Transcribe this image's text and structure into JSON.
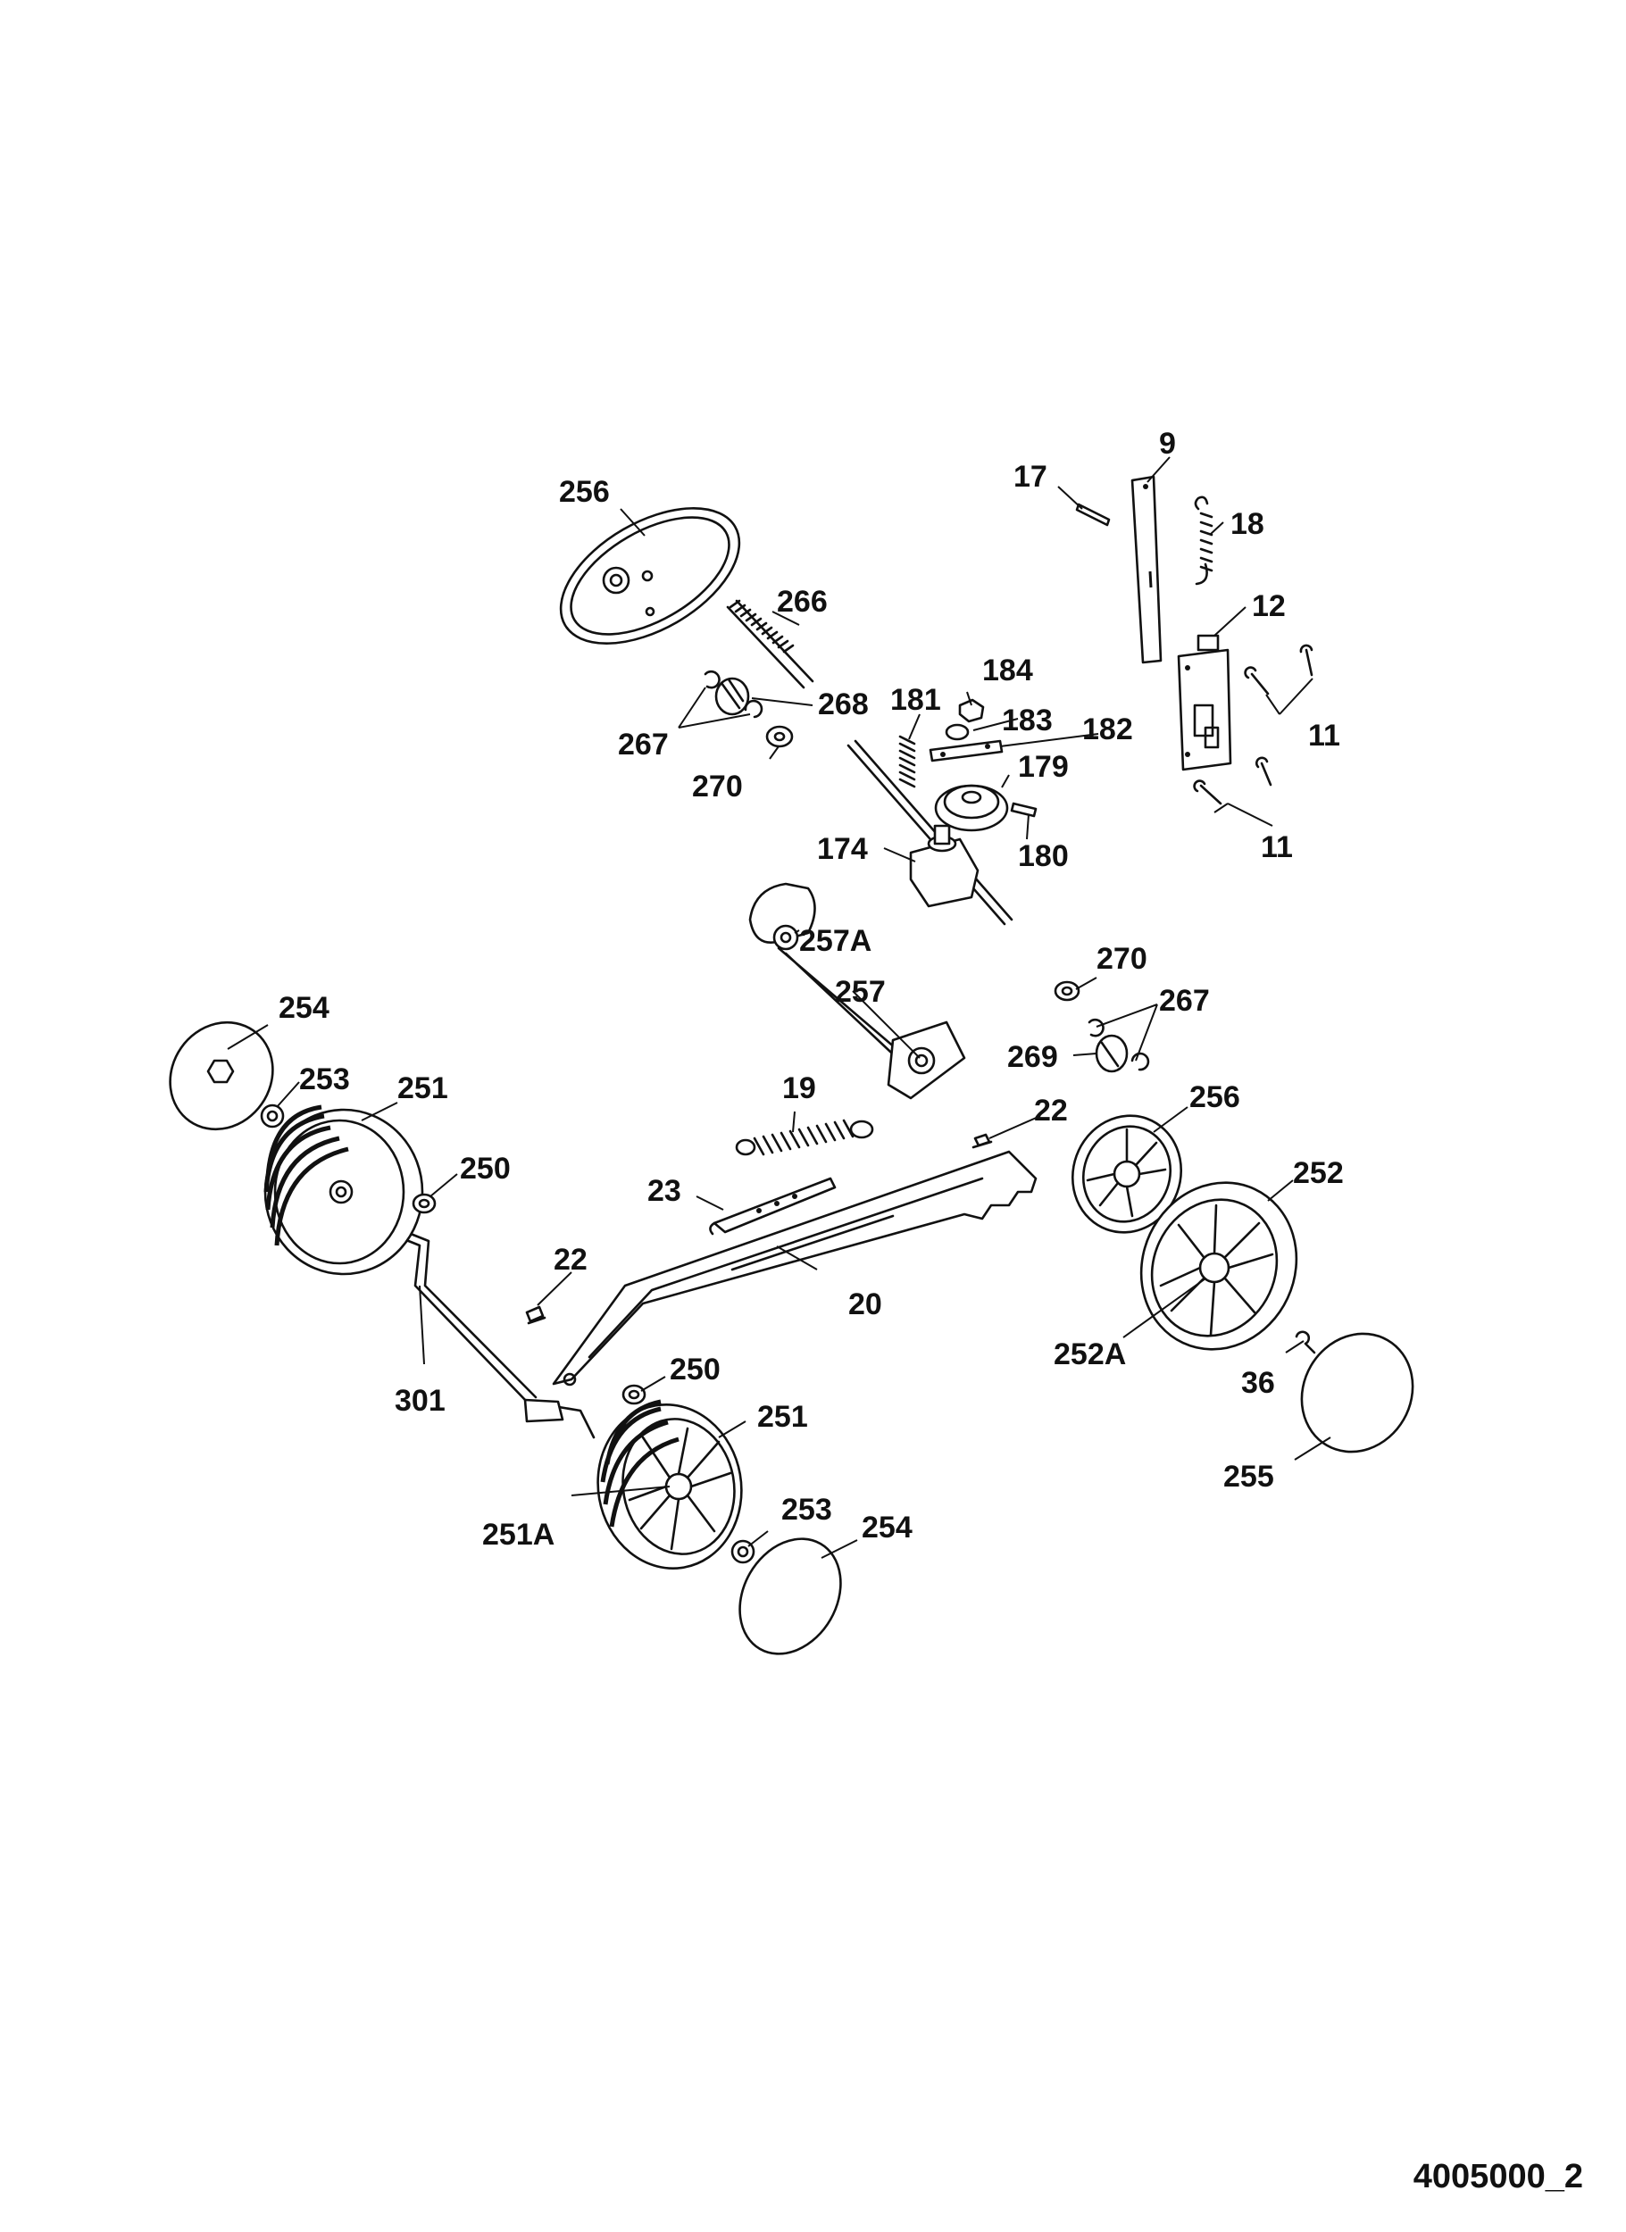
{
  "drawing_number": "4005000_2",
  "labels": {
    "p9": "9",
    "p17": "17",
    "p18": "18",
    "p12": "12",
    "p11a": "11",
    "p11b": "11",
    "p256a": "256",
    "p266": "266",
    "p267a": "267",
    "p268": "268",
    "p270a": "270",
    "p184": "184",
    "p181": "181",
    "p183": "183",
    "p182": "182",
    "p179": "179",
    "p180": "180",
    "p174": "174",
    "p257a": "257A",
    "p257": "257",
    "p270b": "270",
    "p267b": "267",
    "p269": "269",
    "p254a": "254",
    "p253a": "253",
    "p251a": "251",
    "p250a": "250",
    "p19": "19",
    "p22a": "22",
    "p23": "23",
    "p22b": "22",
    "p256b": "256",
    "p252": "252",
    "p20": "20",
    "p252A": "252A",
    "p301": "301",
    "p250b": "250",
    "p251b": "251",
    "p36": "36",
    "p255": "255",
    "p251A": "251A",
    "p253b": "253",
    "p254b": "254"
  }
}
